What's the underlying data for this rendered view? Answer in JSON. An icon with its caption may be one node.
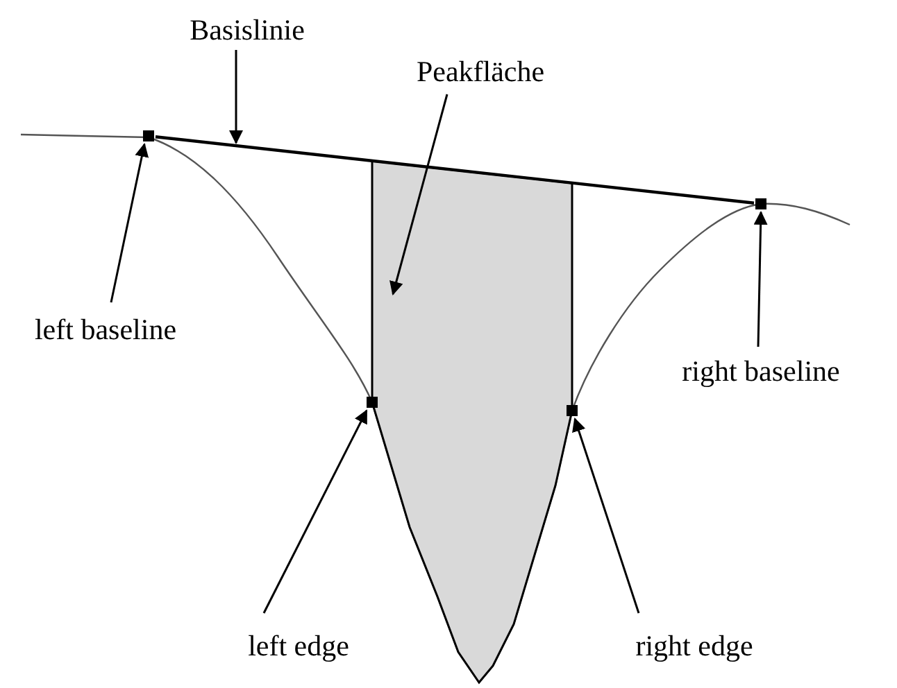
{
  "diagram": {
    "nodes": [
      {
        "text": [
          "Basislinie"
        ]
      },
      {
        "text": [
          "Peakfläche"
        ]
      },
      {
        "text": [
          "left baseline"
        ]
      },
      {
        "text": [
          "right baseline"
        ]
      },
      {
        "text": [
          "left edge"
        ]
      },
      {
        "text": [
          "right edge"
        ]
      },
      {
        "text": [],
        "shape": "line"
      },
      {
        "text": [],
        "shape": "area"
      },
      {
        "text": [],
        "shape": "box"
      },
      {
        "text": [],
        "shape": "box"
      },
      {
        "text": [],
        "shape": "box"
      },
      {
        "text": [],
        "shape": "box"
      }
    ],
    "edges": [
      {
        "from": 0,
        "to": 6,
        "arrow": "to"
      },
      {
        "from": 1,
        "to": 7,
        "arrow": "to"
      },
      {
        "from": 2,
        "to": 8,
        "arrow": "to"
      },
      {
        "from": 3,
        "to": 9,
        "arrow": "to"
      },
      {
        "from": 4,
        "to": 10,
        "arrow": "to"
      },
      {
        "from": 5,
        "to": 11,
        "arrow": "to"
      }
    ]
  }
}
